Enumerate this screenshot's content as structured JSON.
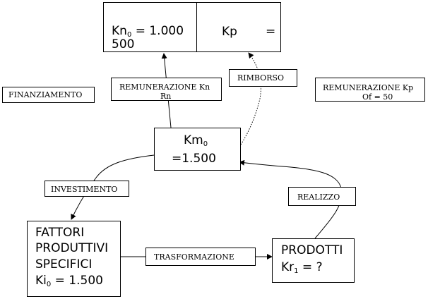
{
  "kn_box": {
    "kn_prefix": "Kn",
    "kn_sub": "0",
    "kn_value": " = 1.000",
    "kn_continued": "500",
    "kp_label": "Kp",
    "kp_equals": "="
  },
  "km_box": {
    "prefix": "Km",
    "sub": "0",
    "value": "=1.500"
  },
  "fattori_box": {
    "line1": "FATTORI",
    "line2": "PRODUTTIVI",
    "line3": "SPECIFICI",
    "ki_prefix": "Ki",
    "ki_sub": "0",
    "ki_value": " = 1.500"
  },
  "prodotti_box": {
    "line1": "PRODOTTI",
    "kr_prefix": "Kr",
    "kr_sub": "1",
    "kr_value": " = ?"
  },
  "labels": {
    "finanziamento": "FINANZIAMENTO",
    "remun_kn_line1": "REMUNERAZIONE Kn",
    "remun_kn_line2": "Rn",
    "rimborso": "RIMBORSO",
    "remun_kp_line1": "REMUNERAZIONE Kp",
    "remun_kp_line2": "Of = 50",
    "investimento": "INVESTIMENTO",
    "realizzo": "REALIZZO",
    "trasformazione": "TRASFORMAZIONE"
  }
}
